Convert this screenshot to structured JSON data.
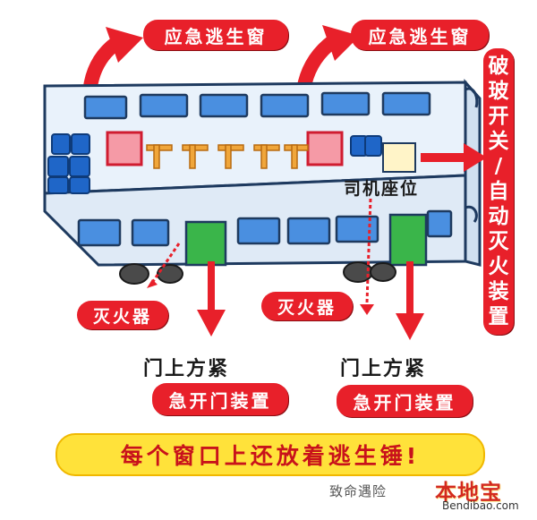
{
  "labels": {
    "escape_window_left": "应急逃生窗",
    "escape_window_right": "应急逃生窗",
    "driver_seat": "司机座位",
    "switch_vertical": [
      "破",
      "玻",
      "开",
      "关",
      "/",
      "自",
      "动",
      "灭",
      "火",
      "装",
      "置"
    ],
    "extinguisher_left": "灭火器",
    "extinguisher_center": "灭火器",
    "door_left_line1": "门上方紧",
    "door_left_line2": "急开门装置",
    "door_right_line1": "门上方紧",
    "door_right_line2": "急开门装置",
    "banner": "每个窗口上还放着逃生锤!"
  },
  "watermark": {
    "account": "致命遇险",
    "brand": "本地宝",
    "site": "Bendibao.com"
  },
  "colors": {
    "label_red": "#e8202a",
    "banner_yellow": "#ffe23a",
    "bus_body": "#e9f2fb",
    "window_blue": "#4a8fe0",
    "door_green": "#3ab54a",
    "seat_blue": "#1f66c8",
    "handle_orange": "#f0a63a"
  }
}
